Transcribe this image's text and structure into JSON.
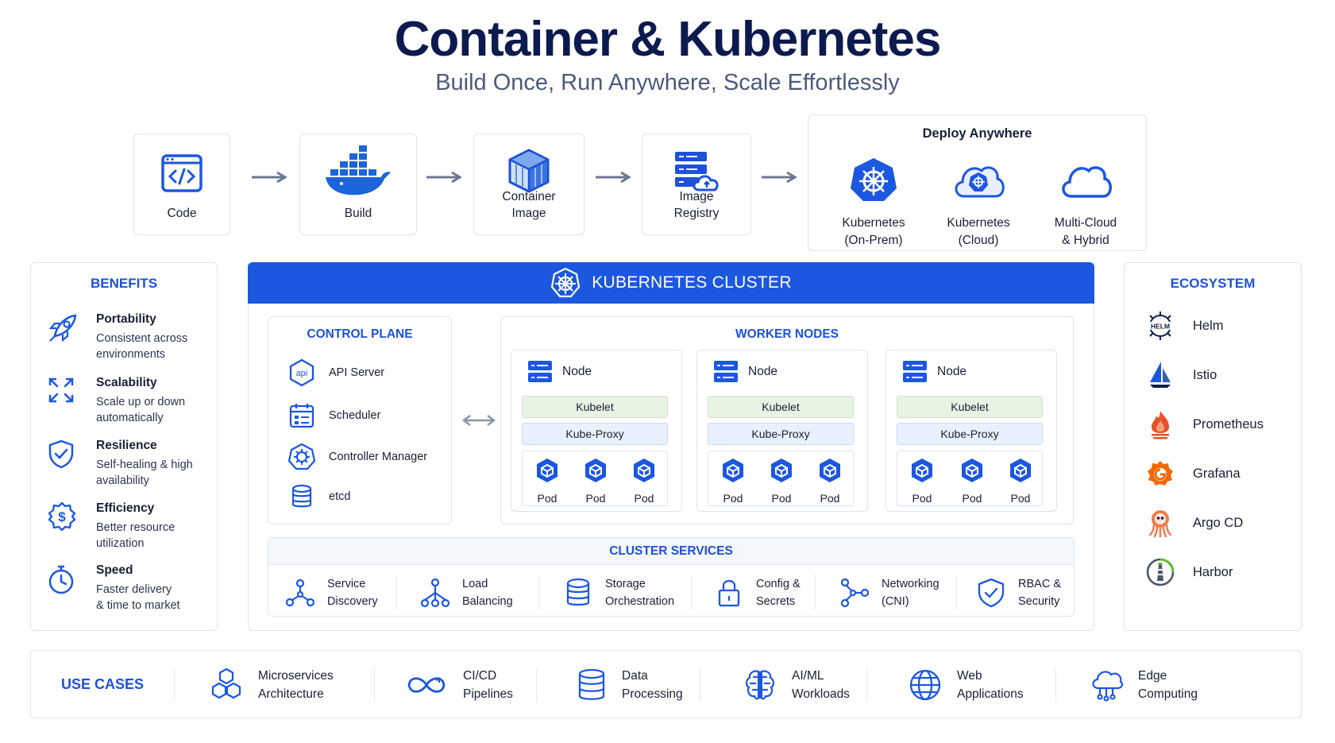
{
  "header": {
    "title": "Container & Kubernetes",
    "subtitle": "Build Once, Run Anywhere, Scale Effortlessly"
  },
  "pipeline": {
    "steps": [
      {
        "label": "Code",
        "icon": "code-window-icon"
      },
      {
        "label": "Build",
        "icon": "docker-whale-icon"
      },
      {
        "label": "Container\nImage",
        "icon": "cube-icon"
      },
      {
        "label": "Image\nRegistry",
        "icon": "registry-server-icon"
      }
    ],
    "deploy": {
      "title": "Deploy Anywhere",
      "targets": [
        {
          "label": "Kubernetes\n(On-Prem)",
          "icon": "kubernetes-heptagon-icon"
        },
        {
          "label": "Kubernetes\n(Cloud)",
          "icon": "kubernetes-cloud-icon"
        },
        {
          "label": "Multi-Cloud\n& Hybrid",
          "icon": "cloud-outline-icon"
        }
      ]
    }
  },
  "benefits": {
    "title": "BENEFITS",
    "items": [
      {
        "title": "Portability",
        "desc": "Consistent across\nenvironments",
        "icon": "rocket-icon"
      },
      {
        "title": "Scalability",
        "desc": "Scale up or down\nautomatically",
        "icon": "expand-arrows-icon"
      },
      {
        "title": "Resilience",
        "desc": "Self-healing & high\navailability",
        "icon": "shield-check-icon"
      },
      {
        "title": "Efficiency",
        "desc": "Better resource\nutilization",
        "icon": "dollar-gear-icon"
      },
      {
        "title": "Speed",
        "desc": "Faster delivery\n& time to market",
        "icon": "stopwatch-icon"
      }
    ]
  },
  "cluster": {
    "title": "KUBERNETES CLUSTER",
    "control_plane": {
      "title": "CONTROL PLANE",
      "items": [
        {
          "label": "API Server",
          "icon": "api-hexagon-icon",
          "badge": "api"
        },
        {
          "label": "Scheduler",
          "icon": "calendar-icon"
        },
        {
          "label": "Controller Manager",
          "icon": "gear-hexagon-icon"
        },
        {
          "label": "etcd",
          "icon": "database-icon"
        }
      ]
    },
    "worker_nodes": {
      "title": "WORKER NODES",
      "nodes": [
        {
          "label": "Node",
          "kubelet": "Kubelet",
          "kube_proxy": "Kube-Proxy",
          "pods": [
            "Pod",
            "Pod",
            "Pod"
          ]
        },
        {
          "label": "Node",
          "kubelet": "Kubelet",
          "kube_proxy": "Kube-Proxy",
          "pods": [
            "Pod",
            "Pod",
            "Pod"
          ]
        },
        {
          "label": "Node",
          "kubelet": "Kubelet",
          "kube_proxy": "Kube-Proxy",
          "pods": [
            "Pod",
            "Pod",
            "Pod"
          ]
        }
      ]
    },
    "services": {
      "title": "CLUSTER SERVICES",
      "items": [
        {
          "label": "Service\nDiscovery",
          "icon": "network-nodes-icon"
        },
        {
          "label": "Load\nBalancing",
          "icon": "load-balancer-icon"
        },
        {
          "label": "Storage\nOrchestration",
          "icon": "storage-icon"
        },
        {
          "label": "Config &\nSecrets",
          "icon": "lock-icon"
        },
        {
          "label": "Networking\n(CNI)",
          "icon": "network-graph-icon"
        },
        {
          "label": "RBAC &\nSecurity",
          "icon": "shield-check-icon"
        }
      ]
    }
  },
  "ecosystem": {
    "title": "ECOSYSTEM",
    "items": [
      {
        "label": "Helm",
        "icon": "helm-icon",
        "logo_text": "HELM"
      },
      {
        "label": "Istio",
        "icon": "istio-sail-icon"
      },
      {
        "label": "Prometheus",
        "icon": "prometheus-flame-icon"
      },
      {
        "label": "Grafana",
        "icon": "grafana-icon"
      },
      {
        "label": "Argo CD",
        "icon": "argo-octopus-icon"
      },
      {
        "label": "Harbor",
        "icon": "harbor-lighthouse-icon"
      }
    ]
  },
  "use_cases": {
    "title": "USE CASES",
    "items": [
      {
        "label": "Microservices\nArchitecture",
        "icon": "hexagons-icon"
      },
      {
        "label": "CI/CD\nPipelines",
        "icon": "infinity-icon"
      },
      {
        "label": "Data\nProcessing",
        "icon": "database-icon"
      },
      {
        "label": "AI/ML\nWorkloads",
        "icon": "brain-icon"
      },
      {
        "label": "Web\nApplications",
        "icon": "globe-icon"
      },
      {
        "label": "Edge\nComputing",
        "icon": "cloud-network-icon"
      }
    ]
  },
  "colors": {
    "primary": "#1c57e0",
    "title": "#0d1a4f",
    "border": "#dde3ee",
    "kubelet_bg": "#e8f3e4",
    "kubeproxy_bg": "#e8f1fd",
    "prometheus": "#e6522c",
    "grafana": "#f46800",
    "argo": "#ef7b4d"
  }
}
